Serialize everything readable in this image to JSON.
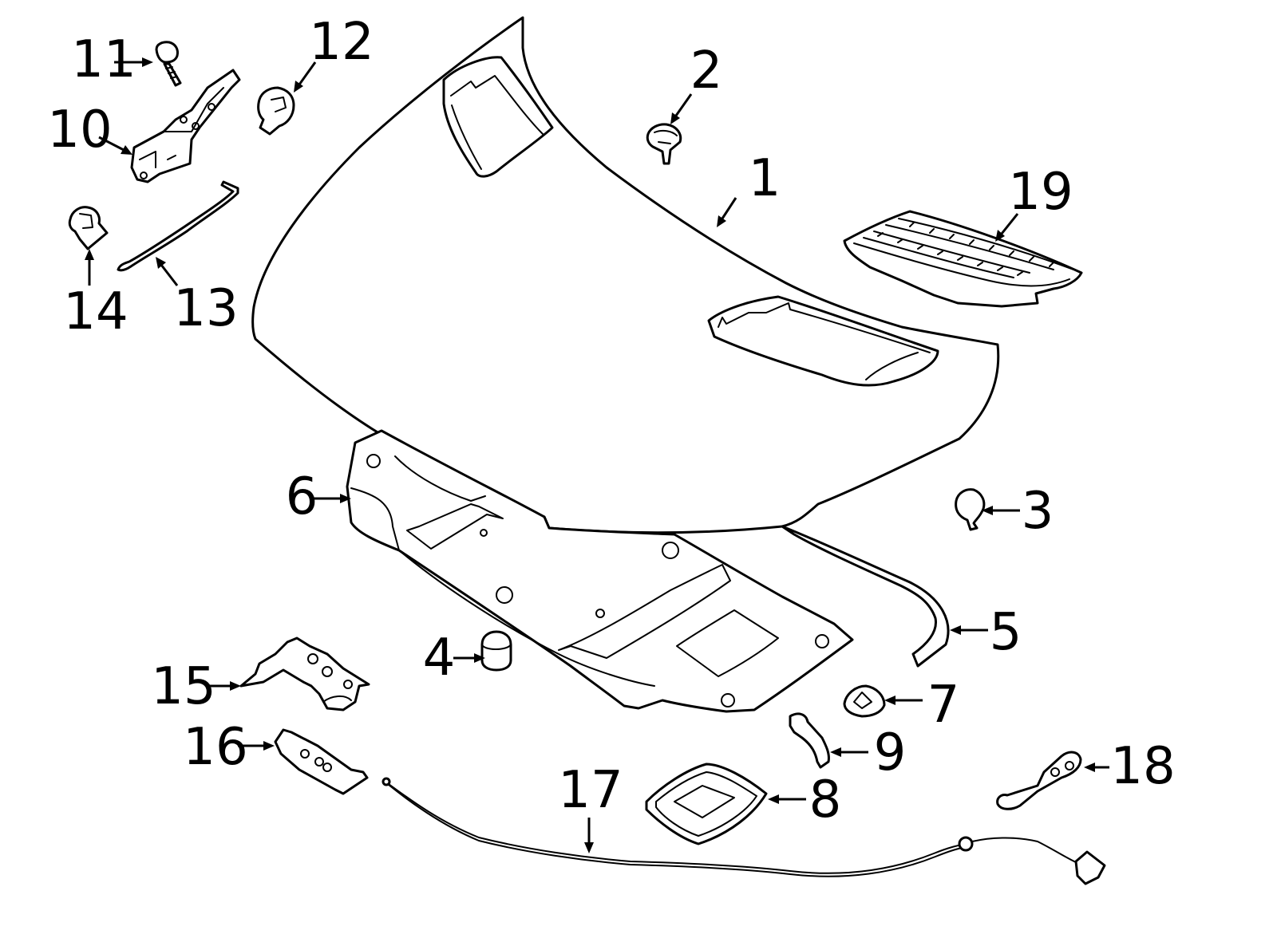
{
  "diagram": {
    "line_color": "#000000",
    "background": "#ffffff",
    "callouts": [
      {
        "id": "c1",
        "label": "1",
        "part": "hood-panel"
      },
      {
        "id": "c2",
        "label": "2",
        "part": "hood-clip"
      },
      {
        "id": "c3",
        "label": "3",
        "part": "hood-bumper"
      },
      {
        "id": "c4",
        "label": "4",
        "part": "hood-stop"
      },
      {
        "id": "c5",
        "label": "5",
        "part": "hood-seal"
      },
      {
        "id": "c6",
        "label": "6",
        "part": "hood-insulator"
      },
      {
        "id": "c7",
        "label": "7",
        "part": "insulator-retainer"
      },
      {
        "id": "c8",
        "label": "8",
        "part": "access-cover"
      },
      {
        "id": "c9",
        "label": "9",
        "part": "cable-clip"
      },
      {
        "id": "c10",
        "label": "10",
        "part": "hinge-bracket"
      },
      {
        "id": "c11",
        "label": "11",
        "part": "hinge-bolt"
      },
      {
        "id": "c12",
        "label": "12",
        "part": "prop-rod-retainer"
      },
      {
        "id": "c13",
        "label": "13",
        "part": "prop-rod"
      },
      {
        "id": "c14",
        "label": "14",
        "part": "prop-rod-clip"
      },
      {
        "id": "c15",
        "label": "15",
        "part": "latch-bracket"
      },
      {
        "id": "c16",
        "label": "16",
        "part": "latch-reinforcement"
      },
      {
        "id": "c17",
        "label": "17",
        "part": "release-cable"
      },
      {
        "id": "c18",
        "label": "18",
        "part": "release-handle"
      },
      {
        "id": "c19",
        "label": "19",
        "part": "hood-vent-grille"
      }
    ]
  }
}
